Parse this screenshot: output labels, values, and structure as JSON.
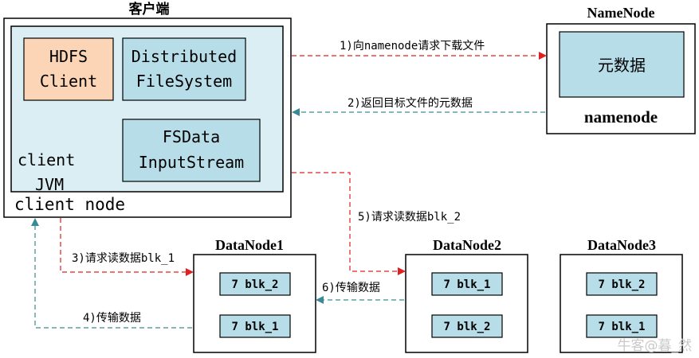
{
  "client": {
    "title": "客户端",
    "hdfs_client": [
      "HDFS",
      "Client"
    ],
    "dfs": [
      "Distributed",
      "FileSystem"
    ],
    "fsdis": [
      "FSData",
      "InputStream"
    ],
    "jvm": [
      "client",
      "JVM"
    ],
    "node_label": "client node"
  },
  "namenode": {
    "title": "NameNode",
    "metadata": "元数据",
    "label": "namenode"
  },
  "datanodes": [
    {
      "title": "DataNode1",
      "blocks": [
        "7 blk_2",
        "7 blk_1"
      ]
    },
    {
      "title": "DataNode2",
      "blocks": [
        "7 blk_1",
        "7 blk_2"
      ]
    },
    {
      "title": "DataNode3",
      "blocks": [
        "7 blk_2",
        "7 blk_1"
      ]
    }
  ],
  "steps": [
    "1)向namenode请求下载文件",
    "2)返回目标文件的元数据",
    "3)请求读数据blk_1",
    "4)传输数据",
    "5)请求读数据blk_2",
    "6)传输数据"
  ],
  "watermark": "牛客@暮_然",
  "colors": {
    "request_arrow": "#e02020",
    "response_arrow": "#3a8a96",
    "hdfs_client_fill": "#fbd5b5",
    "component_fill": "#b7dde8",
    "jvm_fill": "#dbeef4"
  }
}
